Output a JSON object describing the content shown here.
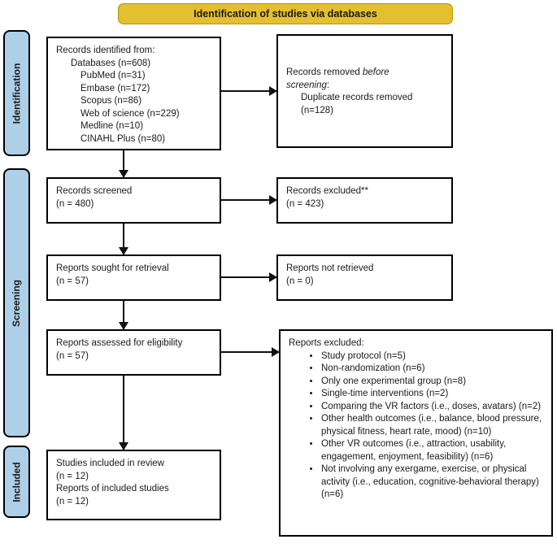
{
  "banner": {
    "label": "Identification of studies via databases"
  },
  "sidebar": {
    "identification": "Identification",
    "screening": "Screening",
    "included": "Included"
  },
  "boxes": {
    "records_identified": {
      "title": "Records identified from:",
      "subtitle": "Databases (n=608)",
      "sources": [
        "PubMed (n=31)",
        "Embase (n=172)",
        "Scopus (n=86)",
        "Web of science (n=229)",
        "Medline (n=10)",
        "CINAHL Plus (n=80)"
      ]
    },
    "records_removed": {
      "prefix": "Records removed ",
      "italic_line1": "before",
      "italic_line2": "screening",
      "suffix": ":",
      "detail_line1": "Duplicate records removed",
      "detail_line2": "(n=128)"
    },
    "records_screened": {
      "line1": "Records screened",
      "line2": "(n = 480)"
    },
    "records_excluded": {
      "line1": "Records excluded**",
      "line2": "(n = 423)"
    },
    "reports_sought": {
      "line1": "Reports sought for retrieval",
      "line2": "(n = 57)"
    },
    "reports_not_retrieved": {
      "line1": "Reports not retrieved",
      "line2": "(n = 0)"
    },
    "reports_assessed": {
      "line1": "Reports assessed for eligibility",
      "line2": "(n = 57)"
    },
    "reports_excluded": {
      "title": "Reports excluded:",
      "bullets": [
        "Study protocol (n=5)",
        "Non-randomization (n=6)",
        "Only one experimental group (n=8)",
        "Single-time interventions (n=2)",
        "Comparing the VR factors (i.e., doses, avatars) (n=2)",
        "Other health outcomes (i.e., balance, blood pressure, physical fitness, heart rate, mood) (n=10)",
        "Other VR outcomes (i.e., attraction, usability, engagement, enjoyment, feasibility) (n=6)",
        "Not involving any exergame, exercise, or physical activity (i.e., education, cognitive-behavioral therapy) (n=6)"
      ]
    },
    "included_studies": {
      "line1": "Studies included in review",
      "line2": "(n = 12)",
      "line3": "Reports of included studies",
      "line4": "(n = 12)"
    }
  },
  "colors": {
    "banner_fill": "#E4BF2F",
    "banner_border": "#B3930E",
    "stage_fill": "#AECFE8",
    "box_border": "#000000",
    "arrow": "#111111"
  }
}
